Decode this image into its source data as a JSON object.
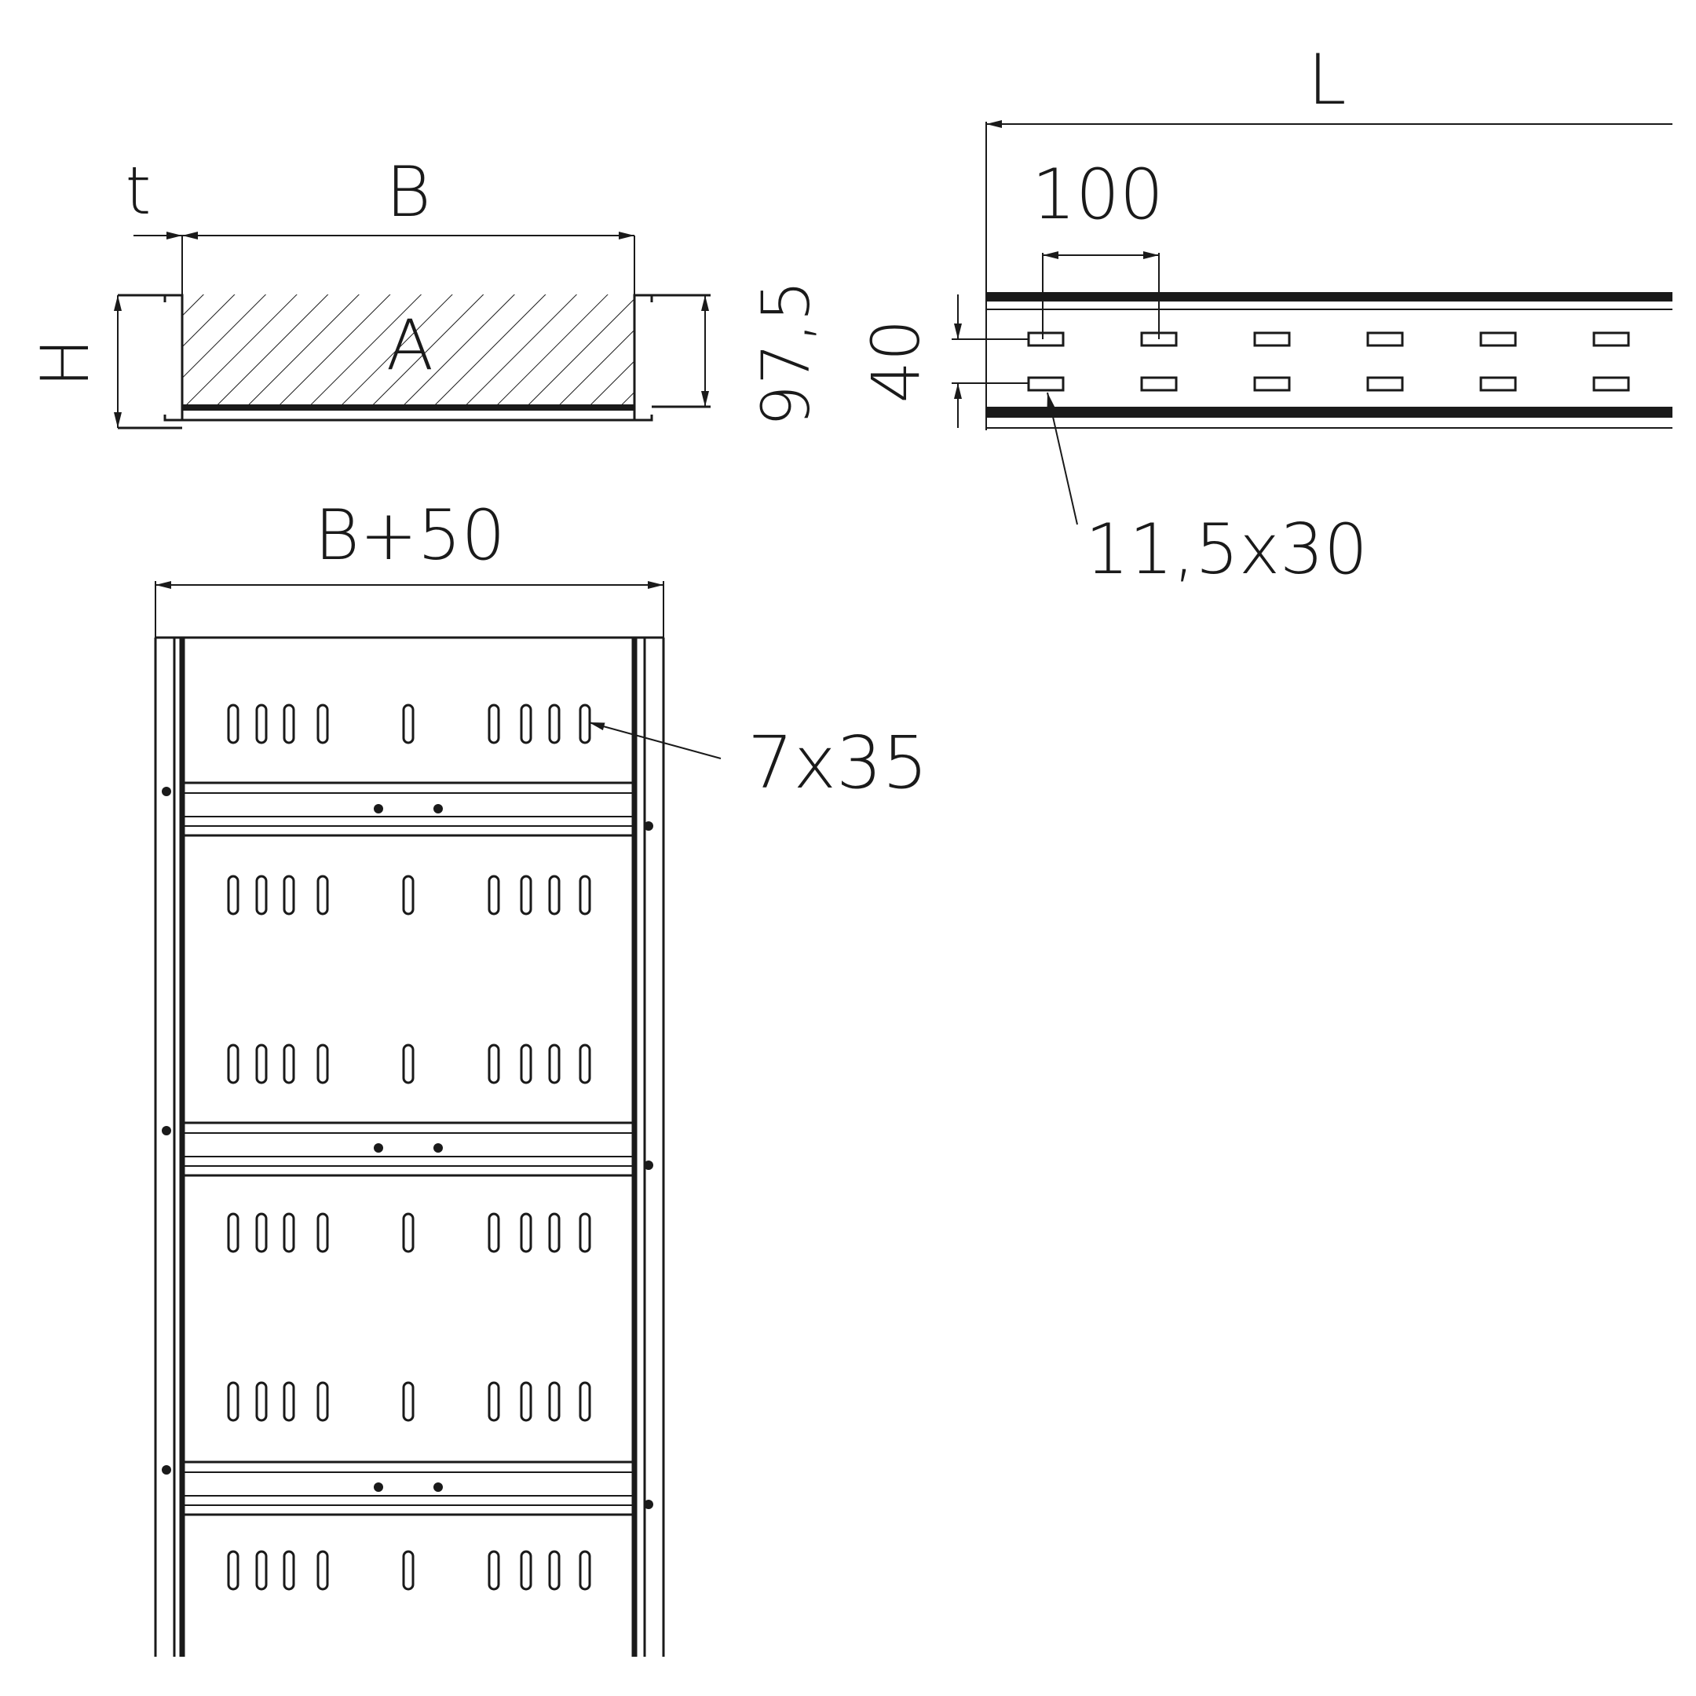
{
  "labels": {
    "t": "t",
    "B": "B",
    "A": "A",
    "H": "H",
    "h_97_5": "97,5",
    "L": "L",
    "pitch_100": "100",
    "gap_40": "40",
    "side_slot": "11,5x30",
    "B_plus_50": "B+50",
    "base_slot": "7x35"
  }
}
